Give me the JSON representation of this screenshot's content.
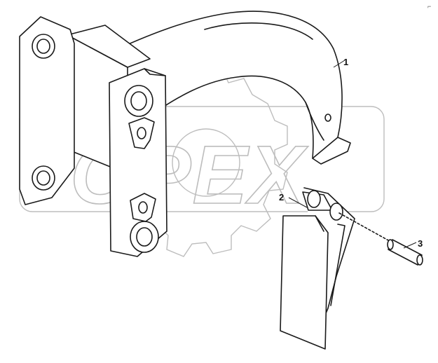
{
  "watermark": {
    "text": "OPEX"
  },
  "callouts": [
    {
      "number": "1"
    },
    {
      "number": "2"
    },
    {
      "number": "3"
    }
  ],
  "corner_mark": "⌐",
  "colors": {
    "ink": "#1a1a1a",
    "watermark": "#bdbdbd",
    "background": "#ffffff"
  }
}
